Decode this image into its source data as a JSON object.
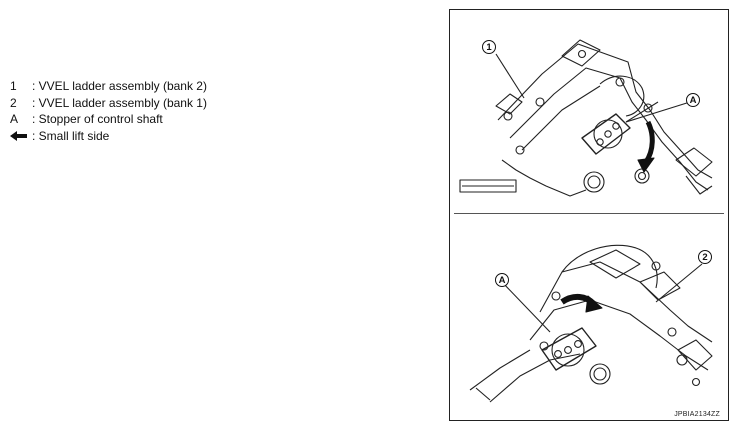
{
  "legend": {
    "items": [
      {
        "key": "1",
        "text": ": VVEL ladder assembly (bank 2)"
      },
      {
        "key": "2",
        "text": ": VVEL ladder assembly (bank 1)"
      },
      {
        "key": "A",
        "text": ": Stopper of control shaft"
      }
    ],
    "arrow_item": {
      "icon": "left-arrow-icon",
      "text": ": Small lift side"
    }
  },
  "figure": {
    "top_callouts": {
      "part": "1",
      "detail": "A"
    },
    "bottom_callouts": {
      "part": "2",
      "detail": "A"
    },
    "image_code": "JPBIA2134ZZ"
  }
}
